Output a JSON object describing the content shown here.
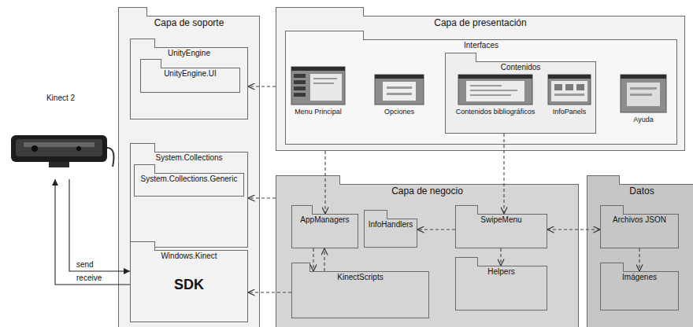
{
  "diagram": {
    "nodes": [
      {
        "text": [
          "Kinect 2"
        ]
      },
      {
        "text": [
          "Capa de soporte"
        ]
      },
      {
        "text": [
          "UnityEngine"
        ],
        "in": 1
      },
      {
        "text": [
          "UnityEngine.UI"
        ],
        "in": 2
      },
      {
        "text": [
          "System.Collections"
        ],
        "in": 1
      },
      {
        "text": [
          "System.Collections.Generic"
        ],
        "in": 4
      },
      {
        "text": [
          "Windows.Kinect",
          "SDK"
        ],
        "in": 1
      },
      {
        "text": [
          "Capa de presentación"
        ]
      },
      {
        "text": [
          "Interfaces"
        ],
        "in": 7
      },
      {
        "text": [
          "Menu Principal"
        ],
        "in": 8
      },
      {
        "text": [
          "Opciones"
        ],
        "in": 8
      },
      {
        "text": [
          "Contenidos"
        ],
        "in": 8
      },
      {
        "text": [
          "Contenidos bibliográficos"
        ],
        "in": 11
      },
      {
        "text": [
          "InfoPanels"
        ],
        "in": 11
      },
      {
        "text": [
          "Ayuda"
        ],
        "in": 8
      },
      {
        "text": [
          "Capa de negocio"
        ]
      },
      {
        "text": [
          "AppManagers"
        ],
        "in": 15
      },
      {
        "text": [
          "InfoHandlers"
        ],
        "in": 15
      },
      {
        "text": [
          "SwipeMenu"
        ],
        "in": 15
      },
      {
        "text": [
          "KinectScripts"
        ],
        "in": 15
      },
      {
        "text": [
          "Helpers"
        ],
        "in": 15
      },
      {
        "text": [
          "Datos"
        ]
      },
      {
        "text": [
          "Archivos JSON"
        ],
        "in": 21
      },
      {
        "text": [
          "Imágenes"
        ],
        "in": 21
      }
    ],
    "edges": [
      {
        "from": 0,
        "to": 6,
        "label": "send",
        "arrow": "to"
      },
      {
        "from": 6,
        "to": 0,
        "label": "receive",
        "arrow": "to"
      },
      {
        "from": 7,
        "to": 2,
        "arrow": "to"
      },
      {
        "from": 7,
        "to": 16,
        "arrow": "to"
      },
      {
        "from": 11,
        "to": 18,
        "arrow": "to"
      },
      {
        "from": 15,
        "to": 4,
        "arrow": "to"
      },
      {
        "from": 19,
        "to": 6,
        "arrow": "to"
      },
      {
        "from": 16,
        "to": 19,
        "arrow": "to"
      },
      {
        "from": 19,
        "to": 16,
        "arrow": "to"
      },
      {
        "from": 18,
        "to": 17,
        "arrow": "to"
      },
      {
        "from": 18,
        "to": 22,
        "arrow": "both"
      },
      {
        "from": 18,
        "to": 20,
        "arrow": "to"
      },
      {
        "from": 22,
        "to": 23,
        "arrow": "to"
      }
    ]
  }
}
